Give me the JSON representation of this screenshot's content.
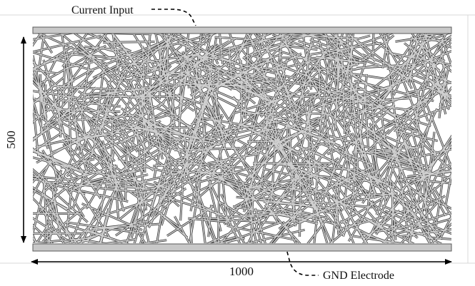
{
  "labels": {
    "current_input": "Current Input",
    "gnd_electrode": "GND Electrode",
    "height_dimension": "500",
    "width_dimension": "1000"
  },
  "colors": {
    "electrode_fill": "#c8c8c8",
    "electrode_stroke": "#5a5a5a",
    "wire_fill": "#cfcfcf",
    "wire_outline": "#3c3c3c",
    "frame_line": "#d8d8d8"
  },
  "network": {
    "wire_count": 900,
    "seed": 7
  }
}
